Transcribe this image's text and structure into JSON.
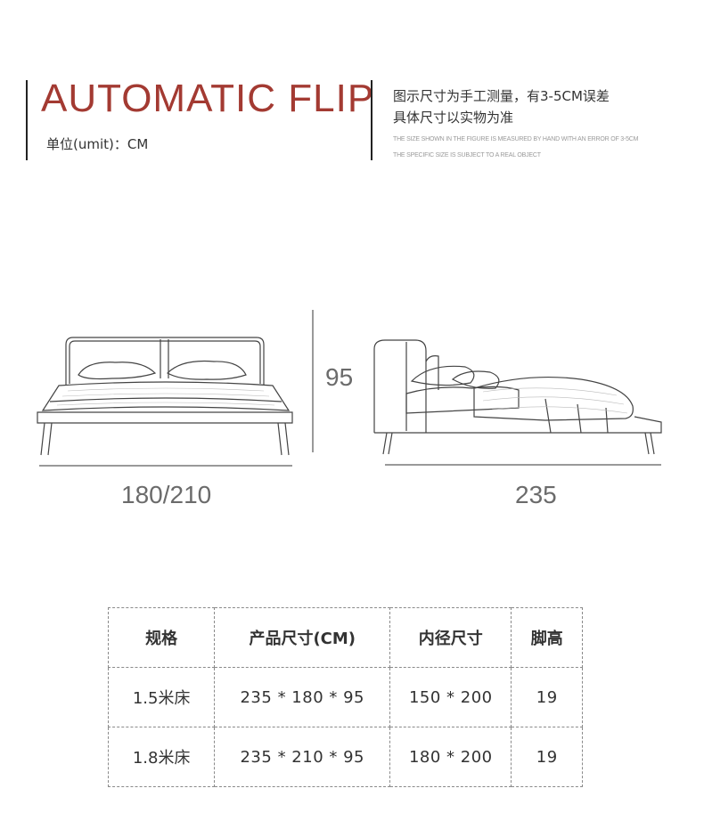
{
  "header": {
    "title": "AUTOMATIC FLIP",
    "unit": "单位(umit)：CM",
    "note_cn_1": "图示尺寸为手工测量，有3-5CM误差",
    "note_cn_2": "具体尺寸以实物为准",
    "note_en_1": "THE SIZE SHOWN IN THE FIGURE IS MEASURED BY HAND WITH AN ERROR OF 3-5CM",
    "note_en_2": "THE SPECIFIC SIZE IS SUBJECT TO A REAL OBJECT"
  },
  "diagram": {
    "front_width_label": "180/210",
    "height_label": "95",
    "side_length_label": "235"
  },
  "table": {
    "headers": [
      "规格",
      "产品尺寸(CM)",
      "内径尺寸",
      "脚高"
    ],
    "rows": [
      [
        "1.5米床",
        "235 * 180 * 95",
        "150 * 200",
        "19"
      ],
      [
        "1.8米床",
        "235 * 210 * 95",
        "180 * 200",
        "19"
      ]
    ]
  },
  "colors": {
    "title": "#a33a32",
    "divider": "#222222",
    "dimension": "#999999"
  }
}
